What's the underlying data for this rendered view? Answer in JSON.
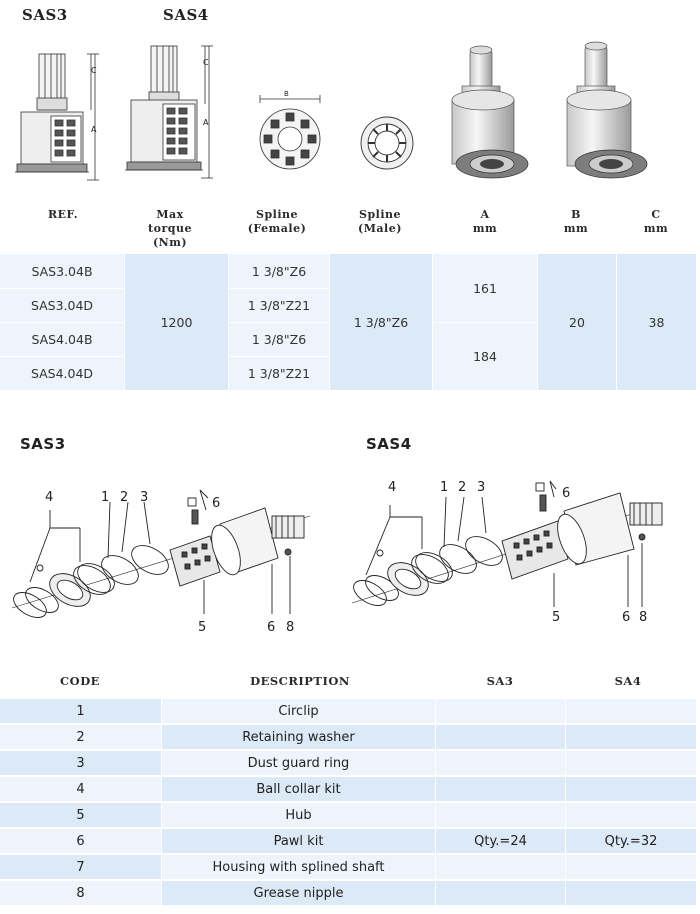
{
  "top_titles": {
    "sas3": "SAS3",
    "sas4": "SAS4"
  },
  "dim_labels": {
    "c": "C",
    "a": "A",
    "b": "B"
  },
  "spec_headers": [
    "REF.",
    "Max torque (Nm)",
    "Spline (Female)",
    "Spline (Male)",
    "A mm",
    "B mm",
    "C mm"
  ],
  "spec_header_lines": {
    "ref": "REF.",
    "torque": [
      "Max",
      "torque",
      "(Nm)"
    ],
    "spline_f": [
      "Spline",
      "(Female)"
    ],
    "spline_m": [
      "Spline",
      "(Male)"
    ],
    "a": [
      "A",
      "mm"
    ],
    "b": [
      "B",
      "mm"
    ],
    "c": [
      "C",
      "mm"
    ]
  },
  "spec_rows": [
    {
      "ref": "SAS3.04B",
      "spline_female": "1 3/8\"Z6"
    },
    {
      "ref": "SAS3.04D",
      "spline_female": "1 3/8\"Z21"
    },
    {
      "ref": "SAS4.04B",
      "spline_female": "1 3/8\"Z6"
    },
    {
      "ref": "SAS4.04D",
      "spline_female": "1 3/8\"Z21"
    }
  ],
  "spec_merged": {
    "torque": "1200",
    "spline_male": "1 3/8\"Z6",
    "a_sas3": "161",
    "a_sas4": "184",
    "b": "20",
    "c": "38"
  },
  "exploded_titles": {
    "sas3": "SAS3",
    "sas4": "SAS4"
  },
  "callouts": [
    "4",
    "1",
    "2",
    "3",
    "6",
    "5",
    "6",
    "8"
  ],
  "parts_headers": {
    "code": "CODE",
    "description": "DESCRIPTION",
    "sa3": "SA3",
    "sa4": "SA4"
  },
  "parts_rows": [
    {
      "code": "1",
      "description": "Circlip",
      "sa3": "",
      "sa4": ""
    },
    {
      "code": "2",
      "description": "Retaining washer",
      "sa3": "",
      "sa4": ""
    },
    {
      "code": "3",
      "description": "Dust guard ring",
      "sa3": "",
      "sa4": ""
    },
    {
      "code": "4",
      "description": "Ball collar kit",
      "sa3": "",
      "sa4": ""
    },
    {
      "code": "5",
      "description": "Hub",
      "sa3": "",
      "sa4": ""
    },
    {
      "code": "6",
      "description": "Pawl kit",
      "sa3": "Qty.=24",
      "sa4": "Qty.=32"
    },
    {
      "code": "7",
      "description": "Housing with splined shaft",
      "sa3": "",
      "sa4": ""
    },
    {
      "code": "8",
      "description": "Grease nipple",
      "sa3": "",
      "sa4": ""
    }
  ],
  "colors": {
    "row_blue": "#dce9f6",
    "row_light": "#eef4fb",
    "text": "#222222"
  }
}
